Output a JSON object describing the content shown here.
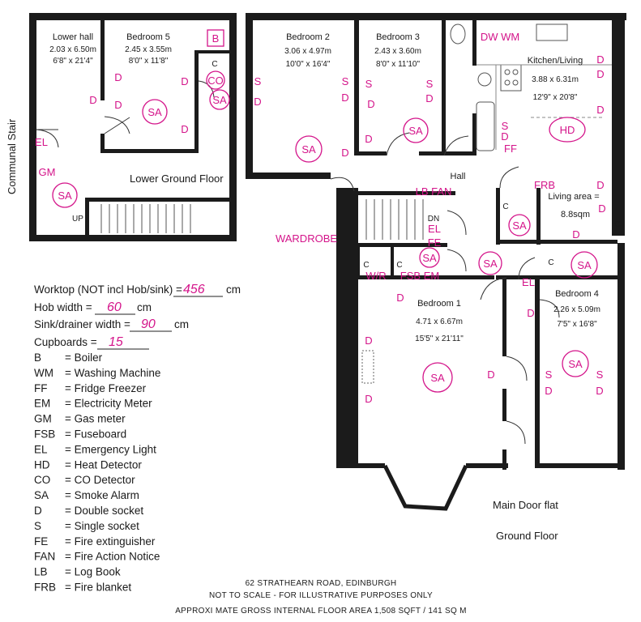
{
  "rooms": {
    "lower_hall": {
      "name": "Lower hall",
      "metric": "2.03 x 6.50m",
      "imperial": "6'8\" x 21'4\""
    },
    "bedroom5": {
      "name": "Bedroom 5",
      "metric": "2.45 x 3.55m",
      "imperial": "8'0\" x 11'8\""
    },
    "bedroom2": {
      "name": "Bedroom 2",
      "metric": "3.06 x 4.97m",
      "imperial": "10'0\" x 16'4\""
    },
    "bedroom3": {
      "name": "Bedroom 3",
      "metric": "2.43 x 3.60m",
      "imperial": "8'0\" x 11'10\""
    },
    "kitchen": {
      "name": "Kitchen/Living",
      "metric": "3.88 x 6.31m",
      "imperial": "12'9\" x 20'8\""
    },
    "living_area": {
      "name": "Living area =",
      "size": "8.8sqm"
    },
    "bedroom1": {
      "name": "Bedroom 1",
      "metric": "4.71 x 6.67m",
      "imperial": "15'5\" x 21'11\""
    },
    "bedroom4": {
      "name": "Bedroom 4",
      "metric": "2.26 x 5.09m",
      "imperial": "7'5\" x 16'8\""
    },
    "hall": {
      "name": "Hall"
    }
  },
  "floor_labels": {
    "lower_ground": "Lower Ground Floor",
    "communal_stair": "Communal Stair",
    "main_door_flat": "Main Door flat",
    "ground_floor": "Ground Floor",
    "up": "UP",
    "dn": "DN",
    "c": "C"
  },
  "measurements": {
    "worktop_label": "Worktop (NOT incl Hob/sink) =",
    "worktop_value": "456",
    "worktop_unit": "cm",
    "hob_label": "Hob width =",
    "hob_value": "60",
    "hob_unit": "cm",
    "sink_label": "Sink/drainer width =",
    "sink_value": "90",
    "sink_unit": "cm",
    "cupboards_label": "Cupboards =",
    "cupboards_value": "15"
  },
  "legend": [
    {
      "code": "B",
      "desc": "= Boiler"
    },
    {
      "code": "WM",
      "desc": "= Washing Machine"
    },
    {
      "code": "FF",
      "desc": "= Fridge Freezer"
    },
    {
      "code": "EM",
      "desc": "= Electricity Meter"
    },
    {
      "code": "GM",
      "desc": "= Gas meter"
    },
    {
      "code": "FSB",
      "desc": "= Fuseboard"
    },
    {
      "code": "EL",
      "desc": "= Emergency Light"
    },
    {
      "code": "HD",
      "desc": "= Heat Detector"
    },
    {
      "code": "CO",
      "desc": "= CO Detector"
    },
    {
      "code": "SA",
      "desc": "= Smoke Alarm"
    },
    {
      "code": "D",
      "desc": "= Double socket"
    },
    {
      "code": "S",
      "desc": "= Single socket"
    },
    {
      "code": "FE",
      "desc": "= Fire extinguisher"
    },
    {
      "code": "FAN",
      "desc": "= Fire Action Notice"
    },
    {
      "code": "LB",
      "desc": "= Log Book"
    },
    {
      "code": "FRB",
      "desc": "= Fire blanket"
    }
  ],
  "annotations": {
    "sa": "SA",
    "d": "D",
    "s": "S",
    "el": "EL",
    "gm": "GM",
    "b": "B",
    "co": "CO",
    "dw_wm": "DW WM",
    "ff": "FF",
    "hd": "HD",
    "frb": "FRB",
    "lb_fan": "LB FAN",
    "wardrobe": "WARDROBE",
    "fe": "FE",
    "w_r": "W/R",
    "fsb_em": "FSB EM"
  },
  "footer": {
    "address": "62 STRATHEARN ROAD, EDINBURGH",
    "disclaimer": "NOT TO SCALE - FOR ILLUSTRATIVE PURPOSES ONLY",
    "area": "APPROXI MATE GROSS INTERNAL FLOOR AREA 1,508 SQFT / 141 SQ M"
  }
}
